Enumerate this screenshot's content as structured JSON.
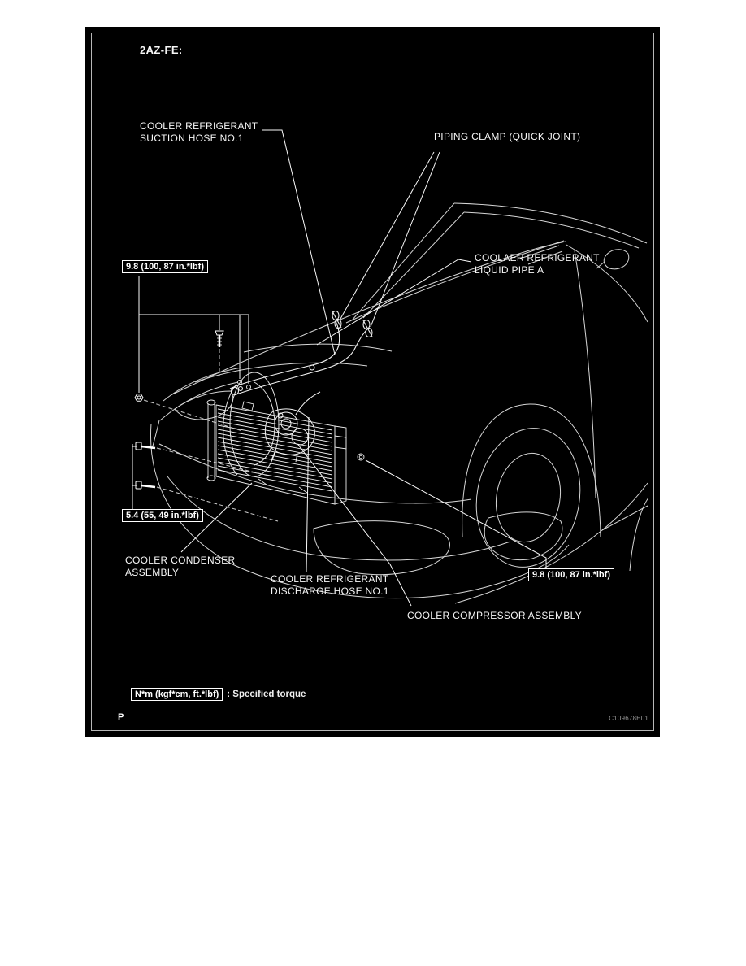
{
  "figure": {
    "engine_code": "2AZ-FE:",
    "labels": {
      "suction_hose": {
        "line1": "COOLER REFRIGERANT",
        "line2": "SUCTION HOSE NO.1"
      },
      "piping_clamp": {
        "line1": "PIPING CLAMP (QUICK JOINT)"
      },
      "liquid_pipe": {
        "line1": "COOLAER REFRIGERANT",
        "line2": "LIQUID PIPE A"
      },
      "condenser": {
        "line1": "COOLER CONDENSER",
        "line2": "ASSEMBLY"
      },
      "discharge_hose": {
        "line1": "COOLER REFRIGERANT",
        "line2": "DISCHARGE HOSE NO.1"
      },
      "compressor": {
        "line1": "COOLER COMPRESSOR ASSEMBLY"
      }
    },
    "torque_specs": {
      "upper_left": "9.8 (100, 87 in.*lbf)",
      "lower_left": "5.4 (55, 49 in.*lbf)",
      "right": "9.8 (100, 87 in.*lbf)"
    },
    "legend": {
      "box_label": "N*m (kgf*cm, ft.*lbf)",
      "description": ": Specified torque"
    },
    "footer": {
      "page_marker": "P",
      "figure_code": "C109678E01"
    },
    "colors": {
      "page_bg": "#ffffff",
      "figure_bg": "#000000",
      "line_art": "#d6d6d6",
      "label_text": "#f7f7f7",
      "border": "#b7b7b7"
    }
  }
}
